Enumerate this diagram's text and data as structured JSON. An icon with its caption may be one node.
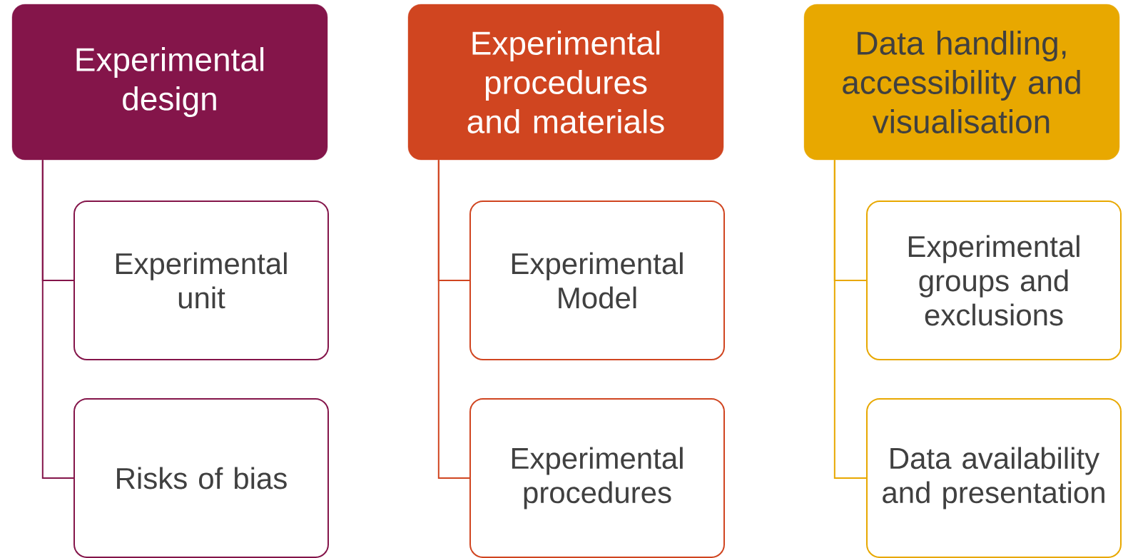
{
  "diagram": {
    "nodes": [
      {
        "text": [
          "Experimental design"
        ]
      },
      {
        "text": [
          "Experimental unit"
        ]
      },
      {
        "text": [
          "Risks of bias"
        ]
      },
      {
        "text": [
          "Experimental procedures and materials"
        ]
      },
      {
        "text": [
          "Experimental Model"
        ]
      },
      {
        "text": [
          "Experimental procedures"
        ]
      },
      {
        "text": [
          "Data handling, accessibility and visualisation"
        ]
      },
      {
        "text": [
          "Experimental groups and exclusions"
        ]
      },
      {
        "text": [
          "Data availability and presentation"
        ]
      }
    ],
    "edges": [
      {
        "from": 0,
        "to": 1,
        "arrow": "none",
        "color": "#84154a"
      },
      {
        "from": 0,
        "to": 2,
        "arrow": "none",
        "color": "#84154a"
      },
      {
        "from": 3,
        "to": 4,
        "arrow": "none",
        "color": "#d04520"
      },
      {
        "from": 3,
        "to": 5,
        "arrow": "none",
        "color": "#d04520"
      },
      {
        "from": 6,
        "to": 7,
        "arrow": "none",
        "color": "#e8a800"
      },
      {
        "from": 6,
        "to": 8,
        "arrow": "none",
        "color": "#e8a800"
      }
    ]
  }
}
